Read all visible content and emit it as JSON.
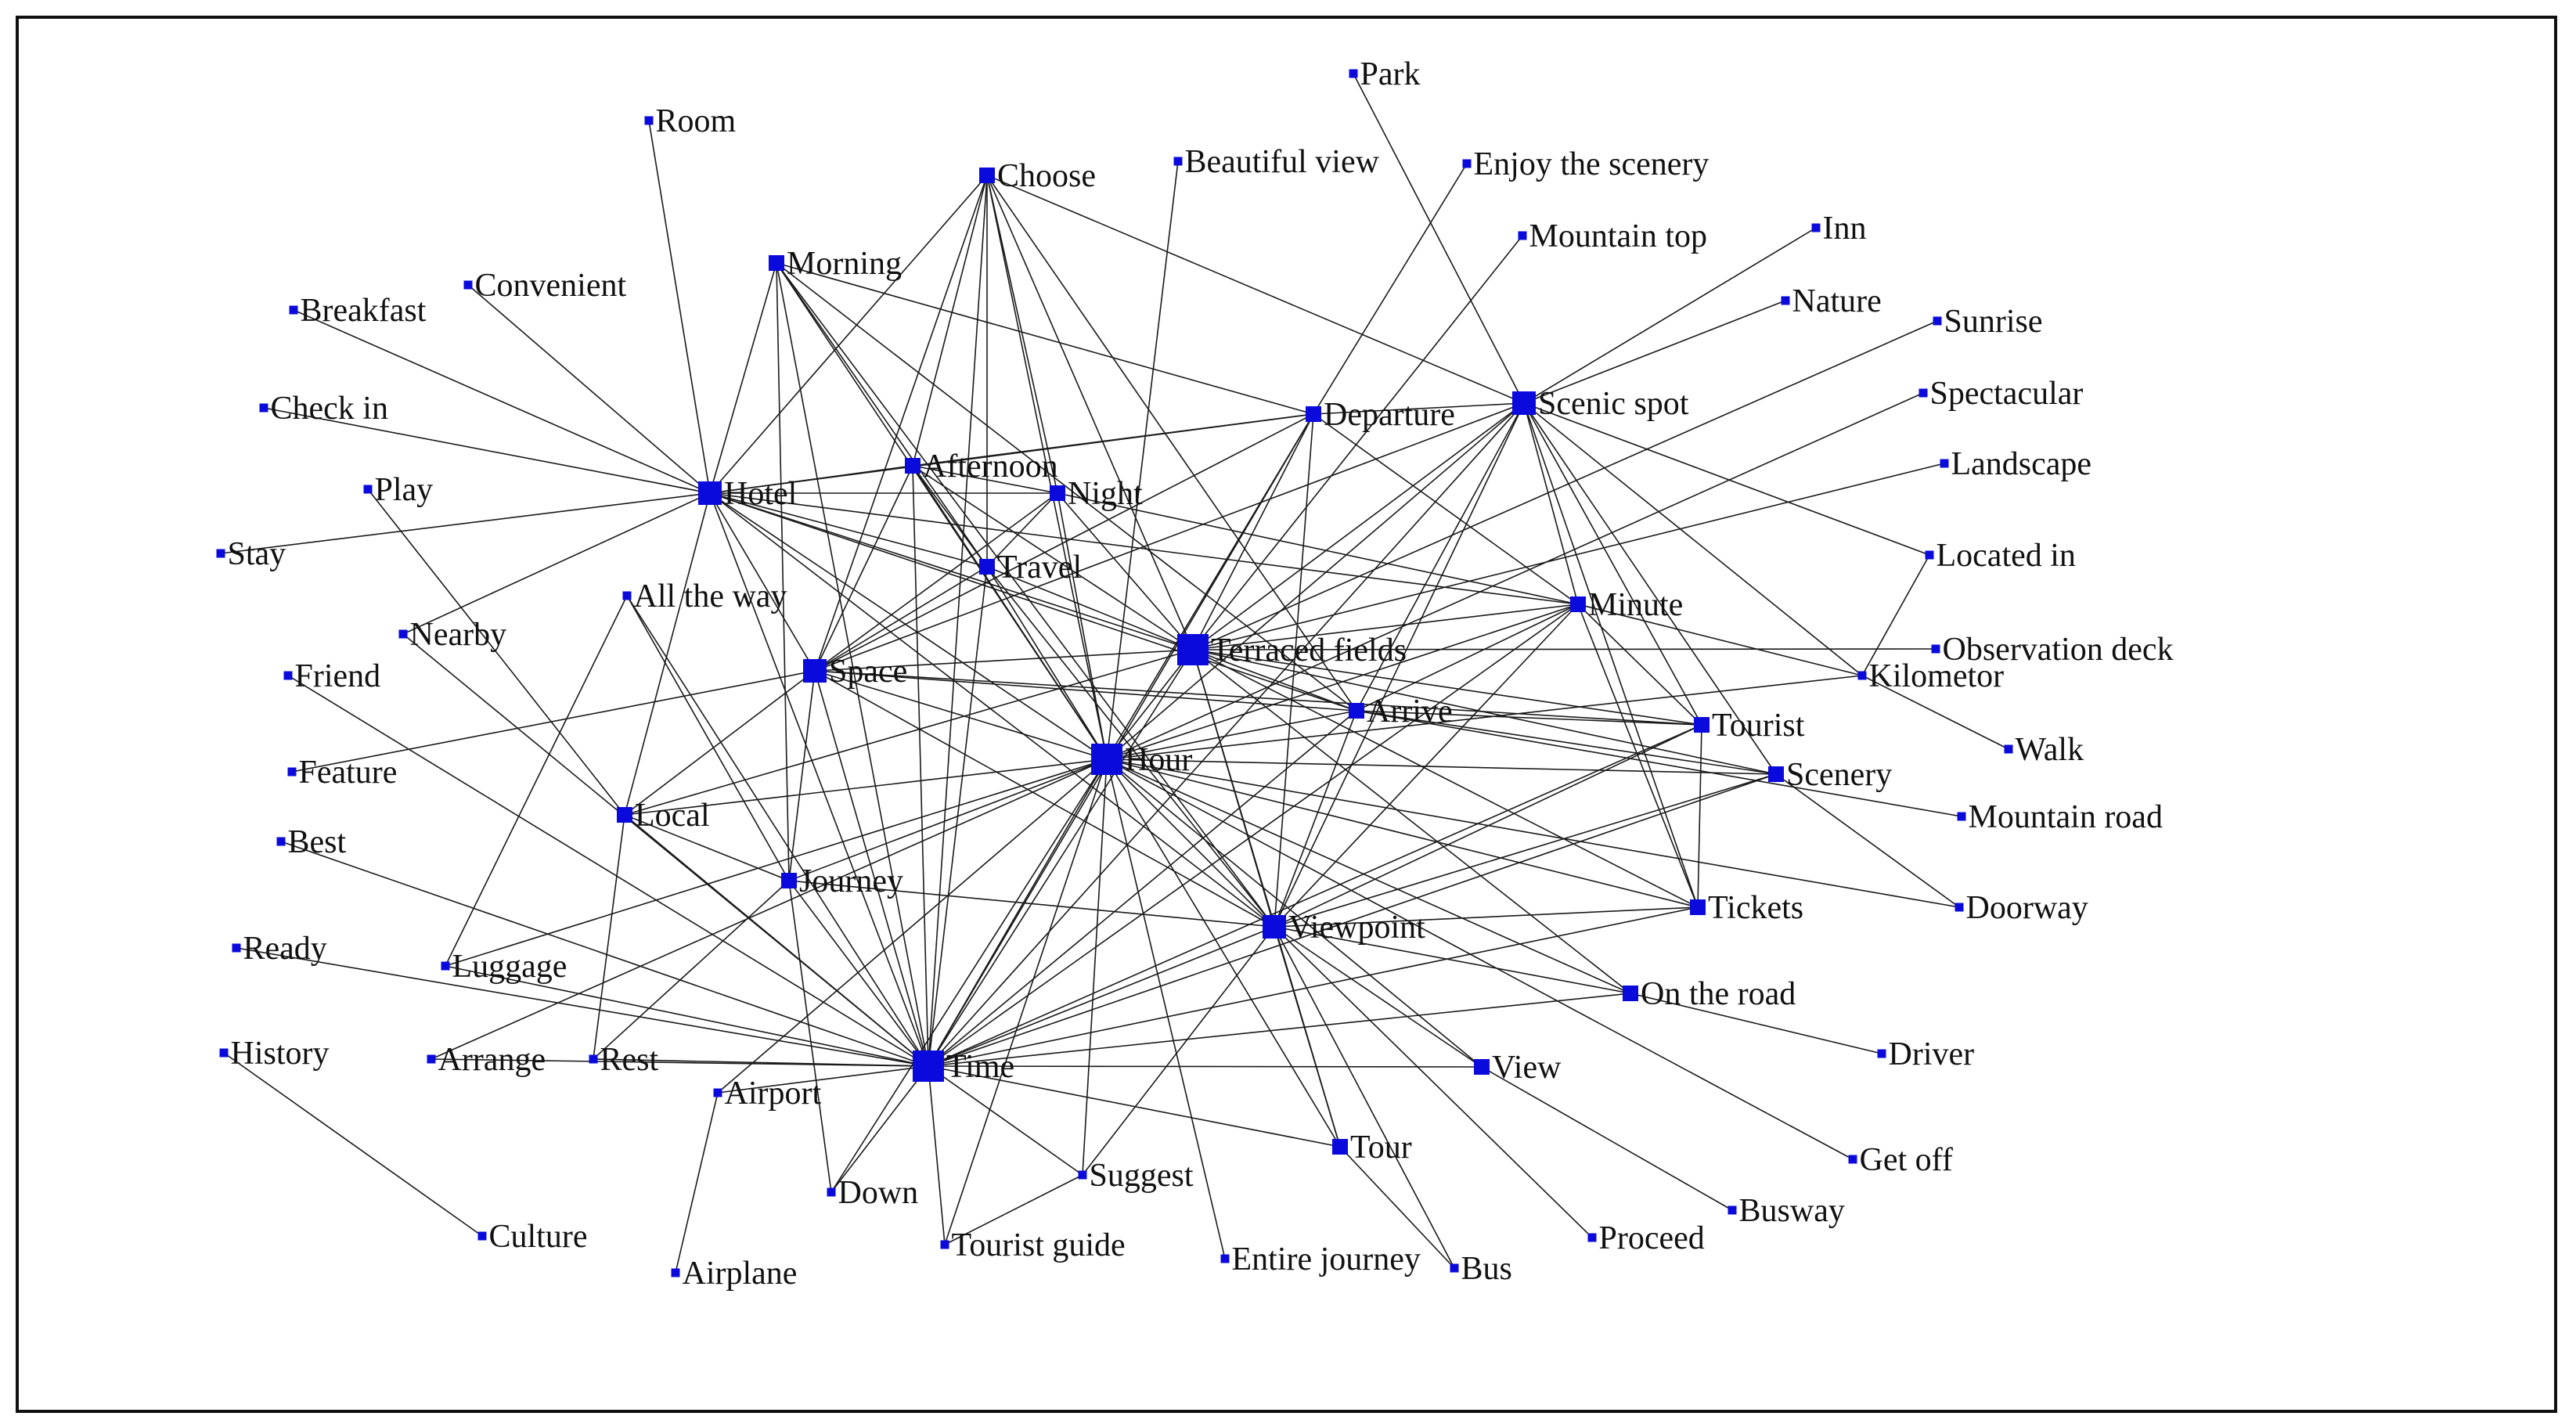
{
  "colors": {
    "node": "#0a0adc",
    "edge": "#1a1a1a",
    "text": "#111111",
    "border": "#111111"
  },
  "nodes": [
    {
      "id": "park",
      "label": "Park",
      "size": "s"
    },
    {
      "id": "room",
      "label": "Room",
      "size": "s"
    },
    {
      "id": "choose",
      "label": "Choose",
      "size": "m"
    },
    {
      "id": "beautiful_view",
      "label": "Beautiful view",
      "size": "s"
    },
    {
      "id": "enjoy_scenery",
      "label": "Enjoy the scenery",
      "size": "s"
    },
    {
      "id": "mountain_top",
      "label": "Mountain top",
      "size": "s"
    },
    {
      "id": "inn",
      "label": "Inn",
      "size": "s"
    },
    {
      "id": "morning",
      "label": "Morning",
      "size": "m"
    },
    {
      "id": "convenient",
      "label": "Convenient",
      "size": "s"
    },
    {
      "id": "nature",
      "label": "Nature",
      "size": "s"
    },
    {
      "id": "breakfast",
      "label": "Breakfast",
      "size": "s"
    },
    {
      "id": "sunrise",
      "label": "Sunrise",
      "size": "s"
    },
    {
      "id": "spectacular",
      "label": "Spectacular",
      "size": "s"
    },
    {
      "id": "scenic_spot",
      "label": "Scenic spot",
      "size": "l"
    },
    {
      "id": "departure",
      "label": "Departure",
      "size": "m"
    },
    {
      "id": "check_in",
      "label": "Check in",
      "size": "s"
    },
    {
      "id": "landscape",
      "label": "Landscape",
      "size": "s"
    },
    {
      "id": "afternoon",
      "label": "Afternoon",
      "size": "m"
    },
    {
      "id": "hotel",
      "label": "Hotel",
      "size": "l"
    },
    {
      "id": "night",
      "label": "Night",
      "size": "m"
    },
    {
      "id": "play",
      "label": "Play",
      "size": "s"
    },
    {
      "id": "stay",
      "label": "Stay",
      "size": "s"
    },
    {
      "id": "located_in",
      "label": "Located in",
      "size": "s"
    },
    {
      "id": "travel",
      "label": "Travel",
      "size": "m"
    },
    {
      "id": "all_the_way",
      "label": "All the way",
      "size": "s"
    },
    {
      "id": "minute",
      "label": "Minute",
      "size": "m"
    },
    {
      "id": "nearby",
      "label": "Nearby",
      "size": "s"
    },
    {
      "id": "terraced_fields",
      "label": "Terraced fields",
      "size": "xl"
    },
    {
      "id": "observation_deck",
      "label": "Observation deck",
      "size": "s"
    },
    {
      "id": "space",
      "label": "Space",
      "size": "l"
    },
    {
      "id": "friend",
      "label": "Friend",
      "size": "s"
    },
    {
      "id": "kilometor",
      "label": "Kilometor",
      "size": "s"
    },
    {
      "id": "arrive",
      "label": "Arrive",
      "size": "m"
    },
    {
      "id": "tourist",
      "label": "Tourist",
      "size": "m"
    },
    {
      "id": "walk",
      "label": "Walk",
      "size": "s"
    },
    {
      "id": "hour",
      "label": "Hour",
      "size": "xl"
    },
    {
      "id": "feature",
      "label": "Feature",
      "size": "s"
    },
    {
      "id": "scenery",
      "label": "Scenery",
      "size": "m"
    },
    {
      "id": "local",
      "label": "Local",
      "size": "m"
    },
    {
      "id": "mountain_road",
      "label": "Mountain road",
      "size": "s"
    },
    {
      "id": "best",
      "label": "Best",
      "size": "s"
    },
    {
      "id": "journey",
      "label": "Journey",
      "size": "m"
    },
    {
      "id": "tickets",
      "label": "Tickets",
      "size": "m"
    },
    {
      "id": "doorway",
      "label": "Doorway",
      "size": "s"
    },
    {
      "id": "viewpoint",
      "label": "Viewpoint",
      "size": "l"
    },
    {
      "id": "ready",
      "label": "Ready",
      "size": "s"
    },
    {
      "id": "luggage",
      "label": "Luggage",
      "size": "s"
    },
    {
      "id": "on_the_road",
      "label": "On the road",
      "size": "m"
    },
    {
      "id": "history",
      "label": "History",
      "size": "s"
    },
    {
      "id": "time",
      "label": "Time",
      "size": "xl"
    },
    {
      "id": "driver",
      "label": "Driver",
      "size": "s"
    },
    {
      "id": "arrange",
      "label": "Arrange",
      "size": "s"
    },
    {
      "id": "rest",
      "label": "Rest",
      "size": "s"
    },
    {
      "id": "view",
      "label": "View",
      "size": "m"
    },
    {
      "id": "airport",
      "label": "Airport",
      "size": "s"
    },
    {
      "id": "get_off",
      "label": "Get off",
      "size": "s"
    },
    {
      "id": "tour",
      "label": "Tour",
      "size": "m"
    },
    {
      "id": "suggest",
      "label": "Suggest",
      "size": "s"
    },
    {
      "id": "down",
      "label": "Down",
      "size": "s"
    },
    {
      "id": "busway",
      "label": "Busway",
      "size": "s"
    },
    {
      "id": "culture",
      "label": "Culture",
      "size": "s"
    },
    {
      "id": "proceed",
      "label": "Proceed",
      "size": "s"
    },
    {
      "id": "tourist_guide",
      "label": "Tourist guide",
      "size": "s"
    },
    {
      "id": "bus",
      "label": "Bus",
      "size": "s"
    },
    {
      "id": "airplane",
      "label": "Airplane",
      "size": "s"
    },
    {
      "id": "entire_journey",
      "label": "Entire journey",
      "size": "s"
    }
  ],
  "edges": [
    [
      "park",
      "scenic_spot"
    ],
    [
      "room",
      "hotel"
    ],
    [
      "choose",
      "hotel"
    ],
    [
      "choose",
      "afternoon"
    ],
    [
      "choose",
      "night"
    ],
    [
      "choose",
      "travel"
    ],
    [
      "choose",
      "space"
    ],
    [
      "choose",
      "terraced_fields"
    ],
    [
      "choose",
      "hour"
    ],
    [
      "choose",
      "time"
    ],
    [
      "choose",
      "scenic_spot"
    ],
    [
      "choose",
      "arrive"
    ],
    [
      "beautiful_view",
      "hour"
    ],
    [
      "enjoy_scenery",
      "departure"
    ],
    [
      "mountain_top",
      "terraced_fields"
    ],
    [
      "inn",
      "scenic_spot"
    ],
    [
      "morning",
      "hotel"
    ],
    [
      "morning",
      "departure"
    ],
    [
      "morning",
      "travel"
    ],
    [
      "morning",
      "hour"
    ],
    [
      "morning",
      "arrive"
    ],
    [
      "morning",
      "time"
    ],
    [
      "morning",
      "journey"
    ],
    [
      "morning",
      "viewpoint"
    ],
    [
      "convenient",
      "hotel"
    ],
    [
      "nature",
      "scenic_spot"
    ],
    [
      "breakfast",
      "hotel"
    ],
    [
      "sunrise",
      "terraced_fields"
    ],
    [
      "spectacular",
      "hour"
    ],
    [
      "scenic_spot",
      "departure"
    ],
    [
      "scenic_spot",
      "terraced_fields"
    ],
    [
      "scenic_spot",
      "hour"
    ],
    [
      "scenic_spot",
      "viewpoint"
    ],
    [
      "scenic_spot",
      "time"
    ],
    [
      "scenic_spot",
      "minute"
    ],
    [
      "scenic_spot",
      "arrive"
    ],
    [
      "scenic_spot",
      "tourist"
    ],
    [
      "scenic_spot",
      "tickets"
    ],
    [
      "scenic_spot",
      "located_in"
    ],
    [
      "scenic_spot",
      "kilometor"
    ],
    [
      "scenic_spot",
      "space"
    ],
    [
      "scenic_spot",
      "scenery"
    ],
    [
      "departure",
      "hotel"
    ],
    [
      "departure",
      "afternoon"
    ],
    [
      "departure",
      "terraced_fields"
    ],
    [
      "departure",
      "hour"
    ],
    [
      "departure",
      "time"
    ],
    [
      "departure",
      "viewpoint"
    ],
    [
      "departure",
      "minute"
    ],
    [
      "departure",
      "space"
    ],
    [
      "check_in",
      "hotel"
    ],
    [
      "landscape",
      "terraced_fields"
    ],
    [
      "afternoon",
      "hotel"
    ],
    [
      "afternoon",
      "night"
    ],
    [
      "afternoon",
      "hour"
    ],
    [
      "afternoon",
      "space"
    ],
    [
      "afternoon",
      "time"
    ],
    [
      "afternoon",
      "terraced_fields"
    ],
    [
      "afternoon",
      "travel"
    ],
    [
      "hotel",
      "night"
    ],
    [
      "hotel",
      "travel"
    ],
    [
      "hotel",
      "terraced_fields"
    ],
    [
      "hotel",
      "hour"
    ],
    [
      "hotel",
      "space"
    ],
    [
      "hotel",
      "time"
    ],
    [
      "hotel",
      "minute"
    ],
    [
      "hotel",
      "viewpoint"
    ],
    [
      "hotel",
      "local"
    ],
    [
      "hotel",
      "arrive"
    ],
    [
      "hotel",
      "stay"
    ],
    [
      "hotel",
      "nearby"
    ],
    [
      "night",
      "travel"
    ],
    [
      "night",
      "terraced_fields"
    ],
    [
      "night",
      "hour"
    ],
    [
      "night",
      "minute"
    ],
    [
      "night",
      "space"
    ],
    [
      "play",
      "local"
    ],
    [
      "located_in",
      "kilometor"
    ],
    [
      "travel",
      "terraced_fields"
    ],
    [
      "travel",
      "hour"
    ],
    [
      "travel",
      "space"
    ],
    [
      "travel",
      "time"
    ],
    [
      "travel",
      "viewpoint"
    ],
    [
      "all_the_way",
      "time"
    ],
    [
      "all_the_way",
      "luggage"
    ],
    [
      "all_the_way",
      "journey"
    ],
    [
      "minute",
      "hour"
    ],
    [
      "minute",
      "terraced_fields"
    ],
    [
      "minute",
      "viewpoint"
    ],
    [
      "minute",
      "time"
    ],
    [
      "minute",
      "tickets"
    ],
    [
      "minute",
      "arrive"
    ],
    [
      "minute",
      "kilometor"
    ],
    [
      "minute",
      "tourist"
    ],
    [
      "nearby",
      "time"
    ],
    [
      "terraced_fields",
      "hour"
    ],
    [
      "terraced_fields",
      "time"
    ],
    [
      "terraced_fields",
      "viewpoint"
    ],
    [
      "terraced_fields",
      "space"
    ],
    [
      "terraced_fields",
      "arrive"
    ],
    [
      "terraced_fields",
      "tourist"
    ],
    [
      "terraced_fields",
      "tickets"
    ],
    [
      "terraced_fields",
      "observation_deck"
    ],
    [
      "terraced_fields",
      "scenery"
    ],
    [
      "terraced_fields",
      "local"
    ],
    [
      "terraced_fields",
      "tour"
    ],
    [
      "terraced_fields",
      "on_the_road"
    ],
    [
      "space",
      "hour"
    ],
    [
      "space",
      "time"
    ],
    [
      "space",
      "journey"
    ],
    [
      "space",
      "viewpoint"
    ],
    [
      "space",
      "arrive"
    ],
    [
      "space",
      "feature"
    ],
    [
      "space",
      "tourist"
    ],
    [
      "space",
      "local"
    ],
    [
      "friend",
      "time"
    ],
    [
      "kilometor",
      "walk"
    ],
    [
      "kilometor",
      "hour"
    ],
    [
      "arrive",
      "hour"
    ],
    [
      "arrive",
      "time"
    ],
    [
      "arrive",
      "viewpoint"
    ],
    [
      "arrive",
      "tourist"
    ],
    [
      "arrive",
      "scenery"
    ],
    [
      "arrive",
      "mountain_road"
    ],
    [
      "tourist",
      "viewpoint"
    ],
    [
      "tourist",
      "time"
    ],
    [
      "tourist",
      "tickets"
    ],
    [
      "hour",
      "time"
    ],
    [
      "hour",
      "viewpoint"
    ],
    [
      "hour",
      "local"
    ],
    [
      "hour",
      "journey"
    ],
    [
      "hour",
      "tickets"
    ],
    [
      "hour",
      "on_the_road"
    ],
    [
      "hour",
      "view"
    ],
    [
      "hour",
      "tour"
    ],
    [
      "hour",
      "suggest"
    ],
    [
      "hour",
      "down"
    ],
    [
      "hour",
      "tourist_guide"
    ],
    [
      "hour",
      "get_off"
    ],
    [
      "hour",
      "doorway"
    ],
    [
      "hour",
      "luggage"
    ],
    [
      "hour",
      "arrange"
    ],
    [
      "hour",
      "entire_journey"
    ],
    [
      "hour",
      "scenery"
    ],
    [
      "hour",
      "airport"
    ],
    [
      "scenery",
      "viewpoint"
    ],
    [
      "scenery",
      "time"
    ],
    [
      "scenery",
      "doorway"
    ],
    [
      "local",
      "time"
    ],
    [
      "local",
      "journey"
    ],
    [
      "local",
      "rest"
    ],
    [
      "best",
      "time"
    ],
    [
      "journey",
      "time"
    ],
    [
      "journey",
      "viewpoint"
    ],
    [
      "journey",
      "down"
    ],
    [
      "journey",
      "rest"
    ],
    [
      "tickets",
      "time"
    ],
    [
      "tickets",
      "viewpoint"
    ],
    [
      "viewpoint",
      "time"
    ],
    [
      "viewpoint",
      "view"
    ],
    [
      "viewpoint",
      "tour"
    ],
    [
      "viewpoint",
      "proceed"
    ],
    [
      "viewpoint",
      "on_the_road"
    ],
    [
      "viewpoint",
      "suggest"
    ],
    [
      "viewpoint",
      "bus"
    ],
    [
      "ready",
      "time"
    ],
    [
      "luggage",
      "time"
    ],
    [
      "on_the_road",
      "time"
    ],
    [
      "on_the_road",
      "driver"
    ],
    [
      "history",
      "culture"
    ],
    [
      "time",
      "view"
    ],
    [
      "time",
      "tour"
    ],
    [
      "time",
      "suggest"
    ],
    [
      "time",
      "down"
    ],
    [
      "time",
      "tourist_guide"
    ],
    [
      "time",
      "rest"
    ],
    [
      "time",
      "arrange"
    ],
    [
      "time",
      "airport"
    ],
    [
      "view",
      "busway"
    ],
    [
      "airport",
      "airplane"
    ],
    [
      "tour",
      "bus"
    ],
    [
      "suggest",
      "tourist_guide"
    ]
  ]
}
